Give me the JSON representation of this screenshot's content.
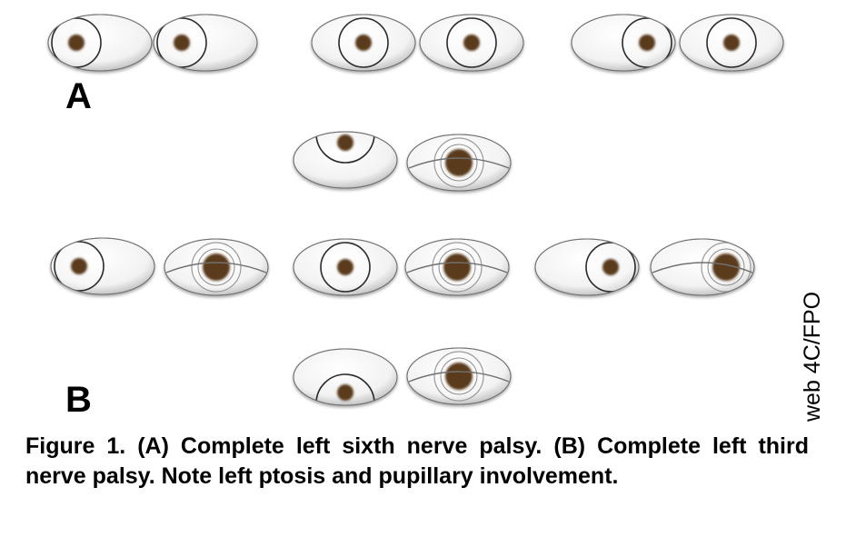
{
  "panels": {
    "a_label": "A",
    "b_label": "B"
  },
  "side_note": "web 4C/FPO",
  "caption": "Figure 1. (A) Complete left sixth nerve palsy. (B) Complete left third nerve palsy. Note left ptosis and pupillary involvement.",
  "colors": {
    "pupil": "#5a3a1e",
    "sclera_light": "#ffffff",
    "sclera_shadow": "#b8b8b8",
    "outline": "#2a2a2a"
  },
  "eyes": [
    {
      "panel": "A",
      "position": "left",
      "side": "right",
      "gaze": "left",
      "pupil": "normal",
      "lid": "open"
    },
    {
      "panel": "A",
      "position": "left",
      "side": "left",
      "gaze": "left",
      "pupil": "normal",
      "lid": "open"
    },
    {
      "panel": "A",
      "position": "primary",
      "side": "right",
      "gaze": "center",
      "pupil": "normal",
      "lid": "open"
    },
    {
      "panel": "A",
      "position": "primary",
      "side": "left",
      "gaze": "center",
      "pupil": "normal",
      "lid": "open"
    },
    {
      "panel": "A",
      "position": "right",
      "side": "right",
      "gaze": "right",
      "pupil": "normal",
      "lid": "open"
    },
    {
      "panel": "A",
      "position": "right",
      "side": "left",
      "gaze": "center",
      "pupil": "normal",
      "lid": "open"
    },
    {
      "panel": "B",
      "position": "up",
      "side": "right",
      "gaze": "up",
      "pupil": "normal",
      "lid": "open"
    },
    {
      "panel": "B",
      "position": "up",
      "side": "left",
      "gaze": "center",
      "pupil": "dilated",
      "lid": "ptosis"
    },
    {
      "panel": "B",
      "position": "left",
      "side": "right",
      "gaze": "left",
      "pupil": "normal",
      "lid": "open"
    },
    {
      "panel": "B",
      "position": "left",
      "side": "left",
      "gaze": "center",
      "pupil": "dilated",
      "lid": "ptosis"
    },
    {
      "panel": "B",
      "position": "primary",
      "side": "right",
      "gaze": "center",
      "pupil": "normal",
      "lid": "open"
    },
    {
      "panel": "B",
      "position": "primary",
      "side": "left",
      "gaze": "center",
      "pupil": "dilated",
      "lid": "ptosis"
    },
    {
      "panel": "B",
      "position": "right",
      "side": "right",
      "gaze": "right",
      "pupil": "normal",
      "lid": "open"
    },
    {
      "panel": "B",
      "position": "right",
      "side": "left",
      "gaze": "right",
      "pupil": "dilated",
      "lid": "ptosis"
    },
    {
      "panel": "B",
      "position": "down",
      "side": "right",
      "gaze": "down",
      "pupil": "normal",
      "lid": "open"
    },
    {
      "panel": "B",
      "position": "down",
      "side": "left",
      "gaze": "center",
      "pupil": "dilated",
      "lid": "ptosis"
    }
  ]
}
